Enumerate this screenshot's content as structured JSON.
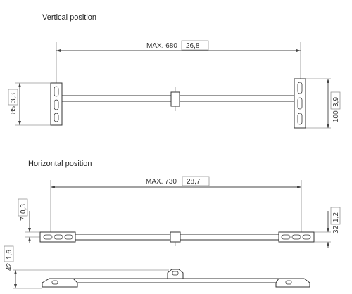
{
  "sections": {
    "vertical": {
      "title": "Vertical position"
    },
    "horizontal": {
      "title": "Horizontal position"
    }
  },
  "dimensions": {
    "v_width": {
      "mm": "MAX. 680",
      "inch": "26,8"
    },
    "v_left_height": {
      "mm": "85",
      "inch": "3,3"
    },
    "v_right_height": {
      "mm": "100",
      "inch": "3,9"
    },
    "h_width": {
      "mm": "MAX. 730",
      "inch": "28,7"
    },
    "h_offset": {
      "mm": "7",
      "inch": "0,3"
    },
    "h_right_height": {
      "mm": "32",
      "inch": "1,2"
    },
    "h_depth": {
      "mm": "42",
      "inch": "1,6"
    }
  }
}
